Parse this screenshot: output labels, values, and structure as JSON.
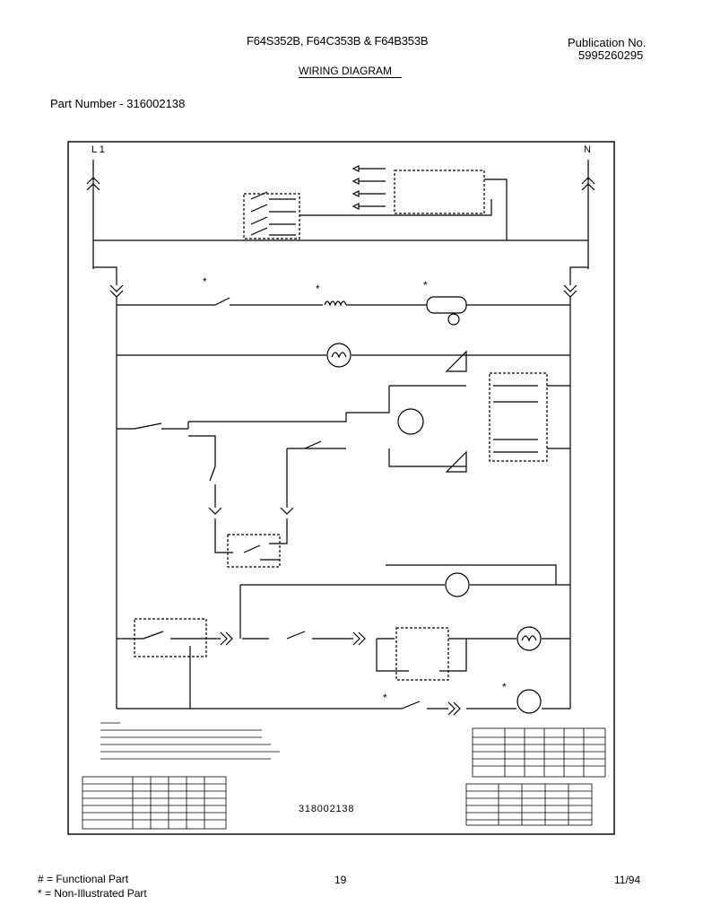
{
  "header": {
    "models": "F64S352B, F64C353B & F64B353B",
    "title": "WIRING DIAGRAM",
    "publication_label": "Publication No.",
    "publication_number": "5995260295",
    "part_number": "Part Number - 316002138"
  },
  "diagram": {
    "L1": "L 1",
    "N": "N",
    "drawing_number": "318002138",
    "star": "*"
  },
  "footer": {
    "functional_part": "# = Functional Part",
    "non_illustrated": "* = Non-Illustrated Part",
    "page": "19",
    "date": "11/94"
  }
}
